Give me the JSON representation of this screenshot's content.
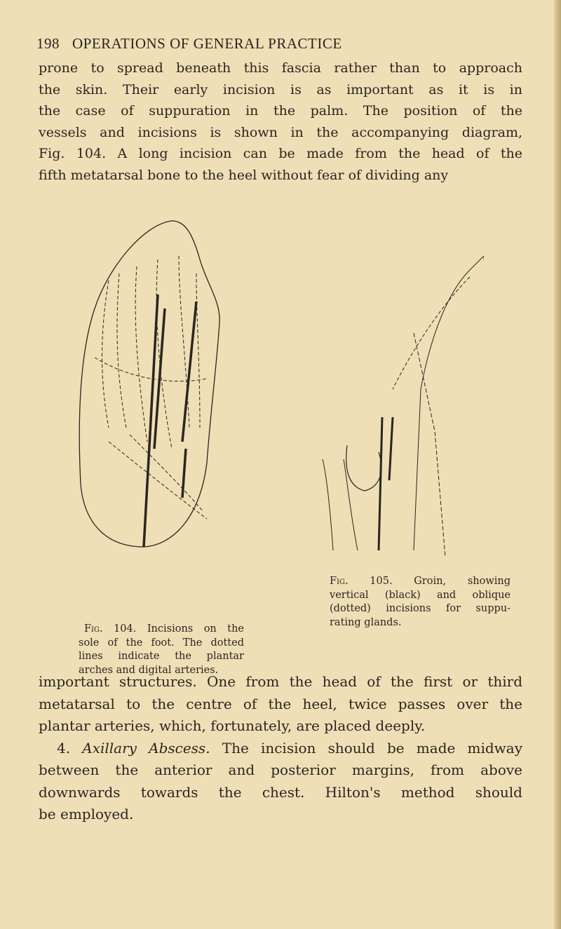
{
  "header": {
    "page_number": "198",
    "running_title": "OPERATIONS OF GENERAL PRACTICE"
  },
  "top_paragraph": [
    "prone to spread beneath this fascia rather than to approach",
    "the skin. Their early incision is as important as it is in",
    "the case of suppuration in the palm. The position of the",
    "vessels and incisions is shown in the accompanying diagram,",
    "Fig. 104. A long incision can be made from the head of the",
    "fifth metatarsal bone to the heel without fear of dividing any"
  ],
  "fig104": {
    "label": "Fig. 104.",
    "caption_lines": [
      "Incisions on the",
      "sole of the foot. The dotted",
      "lines indicate the plantar",
      "arches and digital arteries."
    ]
  },
  "fig105": {
    "label": "Fig. 105.",
    "caption_lines": [
      "Groin, showing",
      "vertical (black) and oblique",
      "(dotted) incisions for suppu-",
      "rating glands."
    ]
  },
  "bottom_paragraph": {
    "lines": [
      "important structures. One from the head of the first or third",
      "metatarsal to the centre of the heel, twice passes over the",
      "plantar arteries, which, fortunately, are placed deeply."
    ],
    "section_number": "4.",
    "section_title": "Axillary Abscess.",
    "section_first_line_rest": "The incision should be made midway",
    "section_lines": [
      "between the anterior and posterior margins, from above",
      "downwards towards the chest. Hilton's method should",
      "be employed."
    ]
  }
}
